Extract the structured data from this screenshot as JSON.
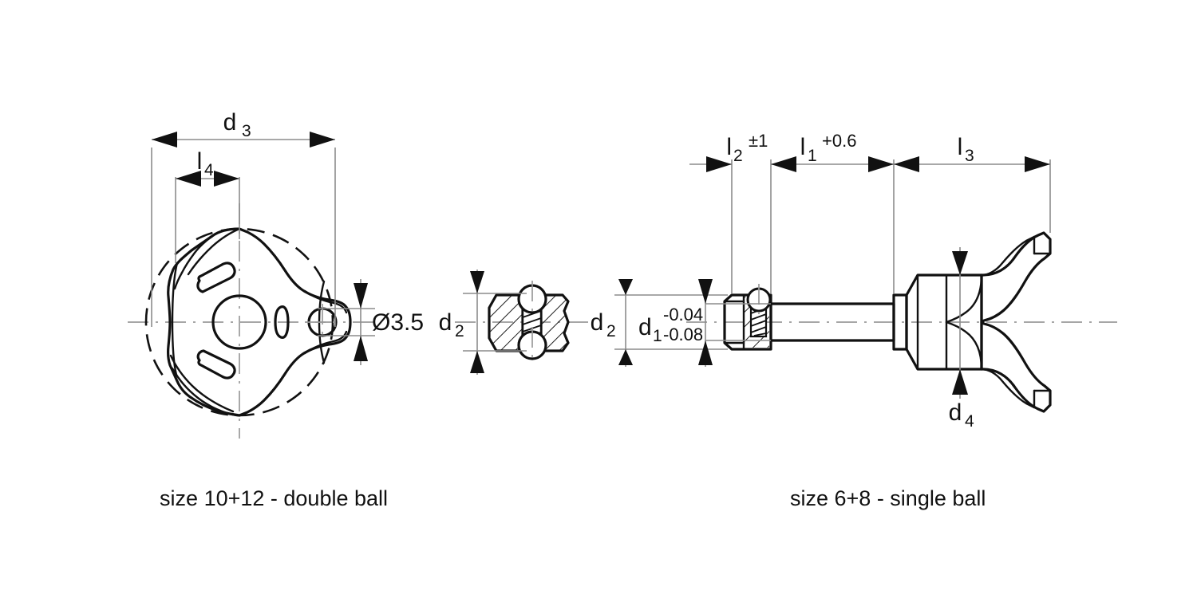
{
  "drawing": {
    "title": "",
    "background_color": "#ffffff",
    "line_color": "#111111",
    "dimension_color": "#8c8c8c",
    "centerline_color": "#9a9a9a"
  },
  "views": {
    "left": {
      "caption": "size 10+12 - double ball",
      "description": "front view of three-lobed star knob with center bore, slots and ball hole",
      "dimensions": {
        "d3": {
          "symbol": "d",
          "subscript": "3",
          "tolerance": ""
        },
        "l4": {
          "symbol": "l",
          "subscript": "4",
          "tolerance": ""
        },
        "ball_hole": {
          "symbol": "Ø3.5",
          "subscript": "",
          "tolerance": ""
        }
      }
    },
    "middle": {
      "caption": "",
      "description": "section detail of double-ball pin nose with spring between two balls",
      "dimensions": {
        "d2": {
          "symbol": "d",
          "subscript": "2",
          "tolerance": ""
        }
      }
    },
    "right": {
      "caption": "size 6+8 - single ball",
      "description": "side view of ball lock pin with single ball nose and T-handle",
      "dimensions": {
        "l2": {
          "symbol": "l",
          "subscript": "2",
          "tolerance": "±1"
        },
        "l1": {
          "symbol": "l",
          "subscript": "1",
          "tolerance": "+0.6"
        },
        "l3": {
          "symbol": "l",
          "subscript": "3",
          "tolerance": ""
        },
        "d2": {
          "symbol": "d",
          "subscript": "2",
          "tolerance": ""
        },
        "d1": {
          "symbol": "d",
          "subscript": "1",
          "tolerance_upper": "-0.04",
          "tolerance_lower": "-0.08"
        },
        "d4": {
          "symbol": "d",
          "subscript": "4",
          "tolerance": ""
        }
      }
    }
  }
}
